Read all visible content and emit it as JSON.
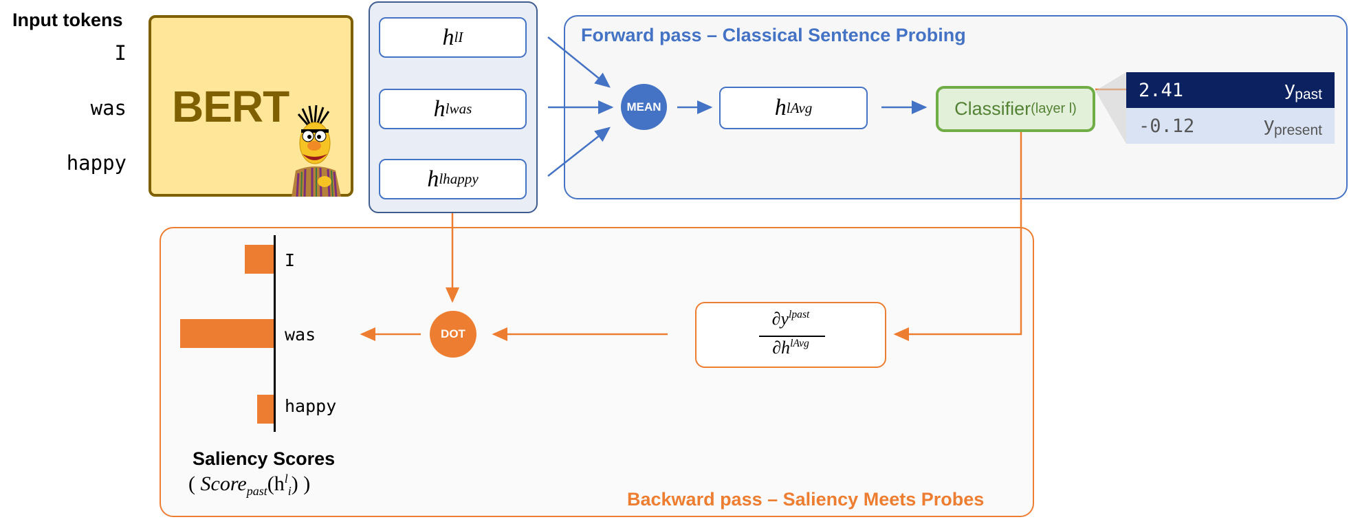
{
  "input_tokens": {
    "title": "Input tokens",
    "tokens": [
      "I",
      "was",
      "happy"
    ]
  },
  "model": {
    "name": "BERT",
    "mascot_icon": "bert-puppet-icon"
  },
  "hidden_states": [
    {
      "base": "h",
      "sup": "l",
      "sub": "I"
    },
    {
      "base": "h",
      "sup": "l",
      "sub": "was"
    },
    {
      "base": "h",
      "sup": "l",
      "sub": "happy"
    }
  ],
  "forward_pass": {
    "title": "Forward pass – Classical Sentence Probing",
    "mean_label": "MEAN",
    "avg": {
      "base": "h",
      "sup": "l",
      "sub": "Avg"
    },
    "classifier": {
      "label": "Classifier",
      "sub": "(layer l)"
    },
    "outputs": [
      {
        "value": "2.41",
        "label": "y",
        "sub": "past"
      },
      {
        "value": "-0.12",
        "label": "y",
        "sub": "present"
      }
    ]
  },
  "backward_pass": {
    "title": "Backward pass – Saliency Meets Probes",
    "dot_label": "DOT",
    "gradient": {
      "num_prefix": "∂y",
      "num_sup": "l",
      "num_sub": "past",
      "den_prefix": "∂h",
      "den_sup": "l",
      "den_sub": "Avg"
    },
    "saliency": {
      "title": "Saliency Scores",
      "formula": {
        "open": "( ",
        "score": "Score",
        "score_sub": "past",
        "paren_open": "(h",
        "h_sup": "l",
        "h_sub": "i",
        "close": ") )"
      },
      "bars": [
        {
          "token": "I",
          "score": 0.31
        },
        {
          "token": "was",
          "score": 1.0
        },
        {
          "token": "happy",
          "score": 0.18
        }
      ]
    }
  },
  "colors": {
    "forward": "#4472c4",
    "backward": "#ed7d31",
    "classifier": "#70ad47",
    "bert_fill": "#ffe699",
    "bert_border": "#7f6000",
    "output_dark": "#0b2160",
    "output_light": "#dae3f3"
  }
}
